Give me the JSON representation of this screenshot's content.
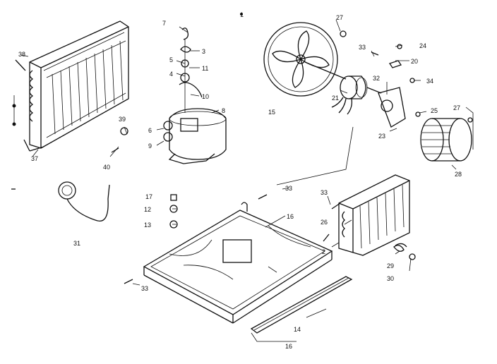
{
  "diagram": {
    "labels": {
      "l1": "1",
      "l2": "2",
      "l3": "3",
      "l4": "4",
      "l5": "5",
      "l6": "6",
      "l7": "7",
      "l8": "8",
      "l9": "9",
      "l10": "10",
      "l11": "11",
      "l12": "12",
      "l13": "13",
      "l14": "14",
      "l15": "15",
      "l16a": "16",
      "l16b": "16",
      "l17": "17",
      "l20": "20",
      "l21": "21",
      "l23": "23",
      "l24": "24",
      "l25": "25",
      "l26": "26",
      "l27a": "27",
      "l27b": "27",
      "l28": "28",
      "l29": "29",
      "l30": "30",
      "l31": "31",
      "l32": "32",
      "l33a": "33",
      "l33b": "33",
      "l33c": "33",
      "l33d": "33",
      "l34": "34",
      "l37": "37",
      "l38": "38",
      "l39": "39",
      "l40": "40"
    }
  }
}
